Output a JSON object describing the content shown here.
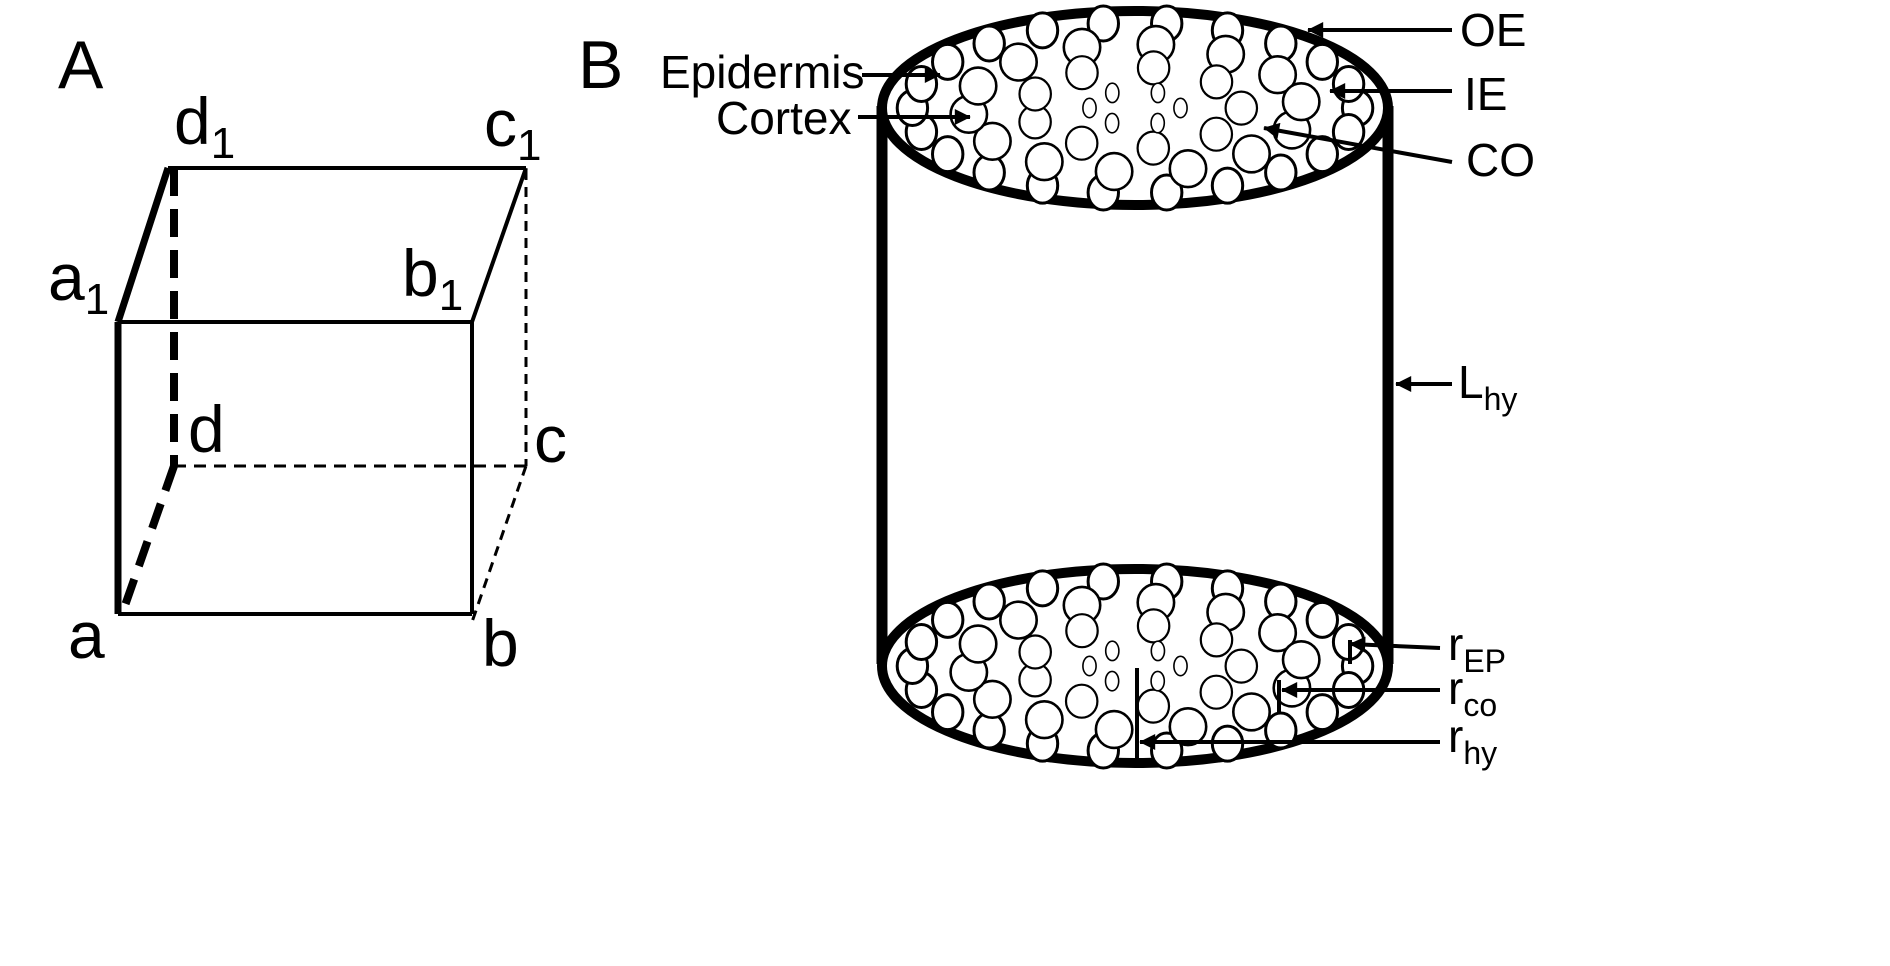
{
  "panel_a": {
    "label": "A",
    "vertices": {
      "a1": {
        "base": "a",
        "sub": "1"
      },
      "b1": {
        "base": "b",
        "sub": "1"
      },
      "c1": {
        "base": "c",
        "sub": "1"
      },
      "d1": {
        "base": "d",
        "sub": "1"
      },
      "a": {
        "base": "a",
        "sub": ""
      },
      "b": {
        "base": "b",
        "sub": ""
      },
      "c": {
        "base": "c",
        "sub": ""
      },
      "d": {
        "base": "d",
        "sub": ""
      }
    }
  },
  "panel_b": {
    "label": "B",
    "labels": {
      "epidermis": {
        "base": "Epidermis",
        "sub": ""
      },
      "cortex": {
        "base": "Cortex",
        "sub": ""
      },
      "oe": {
        "base": "OE",
        "sub": ""
      },
      "ie": {
        "base": "IE",
        "sub": ""
      },
      "co": {
        "base": "CO",
        "sub": ""
      },
      "l_hy": {
        "base": "L",
        "sub": "hy"
      },
      "r_ep": {
        "base": "r",
        "sub": "EP"
      },
      "r_co": {
        "base": "r",
        "sub": "co"
      },
      "r_hy": {
        "base": "r",
        "sub": "hy"
      }
    }
  },
  "colors": {
    "ink": "#000000",
    "background": "#ffffff"
  }
}
